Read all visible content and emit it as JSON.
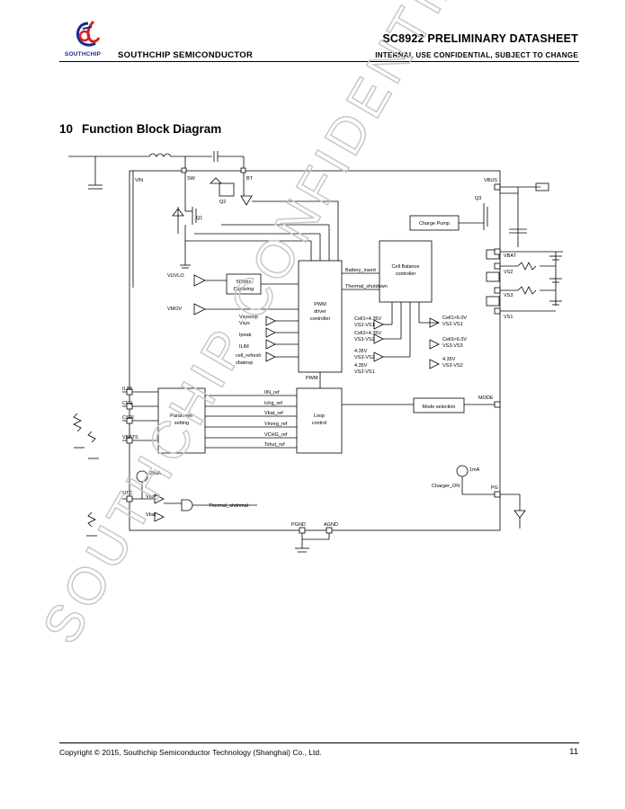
{
  "header": {
    "logo_text": "SOUTHCHIP",
    "company": "SOUTHCHIP SEMICONDUCTOR",
    "doc_title": "SC8922 PRELIMINARY DATASHEET",
    "doc_subtitle": "INTERNAL USE CONFIDENTIAL, SUBJECT TO CHANGE"
  },
  "section": {
    "number": "10",
    "title": "Function Block Diagram"
  },
  "diagram": {
    "pins": {
      "vin": "VIN",
      "sw": "SW",
      "bt": "BT",
      "vbus": "VBUS",
      "vbat": "VBAT",
      "vs2": "VS2",
      "vs3": "VS3",
      "vs1": "VS1",
      "ilim": "ILIM",
      "cfg": "CFG",
      "cspi": "CSPI",
      "vbats": "VBATS",
      "ntc": "NTC",
      "pg": "PG",
      "pgnd": "PGND",
      "agnd": "AGND",
      "mode": "MODE",
      "uvlo": "VUVLO",
      "vmov": "VMOV",
      "pwm": "PWM"
    },
    "devices": {
      "q1": "Q1",
      "q2": "Q2",
      "q3": "Q3"
    },
    "blocks": {
      "charge_pump": "Charge Pump",
      "cell_balance_1": "Cell Balance",
      "cell_balance_2": "controller",
      "digitizing_1": "500ms",
      "digitizing_2": "Digitizing",
      "pwm_1": "PWM",
      "pwm_2": "driver",
      "pwm_3": "controller",
      "param_1": "Parameter",
      "param_2": "setting",
      "loop_1": "Loop",
      "loop_2": "control",
      "mode_sel": "Mode selection"
    },
    "signals": {
      "battery_insert": "Battery_insert",
      "thermal_shutdown": "Thermal_shutdown",
      "thermal_short": "Thermal_shdnmal",
      "vsysovp": "Vsysovp",
      "vsys": "Vsys",
      "ipeak": "Ipeak",
      "ilim": "ILIM",
      "cell_refresh": "cell_refresh",
      "vbat_ovp": "vbatovp",
      "ilim_ref": "IIN_ref",
      "ichg_ref": "Ichg_ref",
      "vbat_ref": "Vbat_ref",
      "vinreg_ref": "Vinreg_ref",
      "vchg_ref": "VCHG_ref",
      "tshut_ref": "Tshut_ref",
      "charger_on": "Charger_ON",
      "current_20ua": "20uA",
      "current_1ma": "1mA",
      "vbh": "Vbat",
      "vbl": "Vbat",
      "cmp1": "Cell1<4.35V",
      "cmp1b": "VS2-VS1",
      "cmp2": "Cell2<4.35V",
      "cmp2b": "VS3-VS2",
      "cmp3": "4.35V",
      "cmp3b": "VS3-VS2",
      "cmp4": "4.35V",
      "cmp4b": "VS2-VS1",
      "cmp5": "Cell1>6.0V",
      "cmp5b": "VS2-VS1",
      "cmp6": "Cell3>6.0V",
      "cmp6b": "VS3-VS3",
      "cmp7": "4.35V",
      "cmp7b": "VS3-VS2"
    }
  },
  "footer": {
    "copyright": "Copyright © 2015, Southchip Semiconductor Technology (Shanghai) Co., Ltd.",
    "page": "11"
  },
  "watermark": "SOUTHCHIP CONFIDENTIAL",
  "colors": {
    "logo_red": "#d62020",
    "logo_blue": "#1a2a8a",
    "watermark": "#c8c8c8"
  }
}
